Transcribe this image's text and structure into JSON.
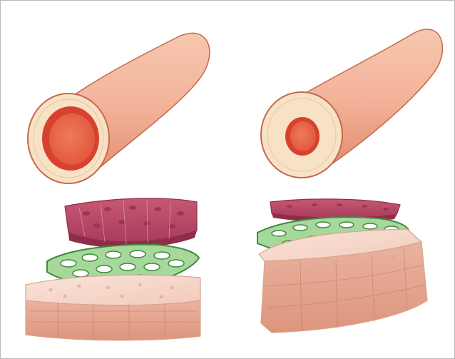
{
  "figure": {
    "panels": [
      {
        "id": "left",
        "vessel": {
          "lumen_size": "large",
          "wall": "thin"
        },
        "layers": [
          "endothelium",
          "smooth-muscle-network",
          "connective-tissue"
        ]
      },
      {
        "id": "right",
        "vessel": {
          "lumen_size": "small",
          "wall": "thick"
        },
        "layers": [
          "endothelium",
          "smooth-muscle-network",
          "connective-tissue"
        ]
      }
    ],
    "colors": {
      "vessel_outer": "#f3b39a",
      "vessel_shade": "#e18d6e",
      "vessel_wall": "#f8e2c6",
      "lumen_ring": "#d8412f",
      "lumen": "#e96a4c",
      "endothelium": "#c65874",
      "endothelium_dark": "#8e2d4a",
      "smooth_muscle": "#a6d89c",
      "smooth_muscle_edge": "#3f8a3a",
      "connective": "#f6d8cc",
      "connective_side": "#eab3a0",
      "frame_border": "#b9b9b9"
    }
  }
}
